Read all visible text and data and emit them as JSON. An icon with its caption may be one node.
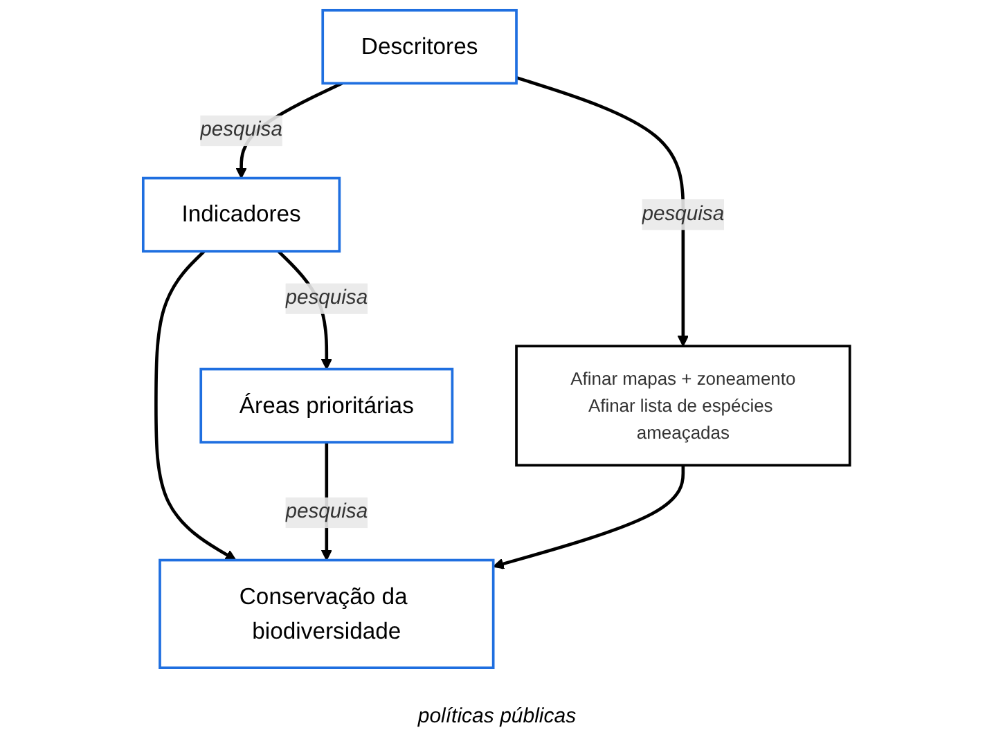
{
  "diagram": {
    "nodes": [
      {
        "text": [
          "Descritores"
        ]
      },
      {
        "text": [
          "Indicadores"
        ]
      },
      {
        "text": [
          "Afinar mapas + zoneamento",
          "Afinar lista de espécies ameaçadas"
        ]
      },
      {
        "text": [
          "Conservação da biodiversidade"
        ]
      },
      {
        "text": [
          "Áreas prioritárias"
        ]
      }
    ],
    "edges": [
      {
        "from": 0,
        "to": 1,
        "arrow": "to",
        "label": "pesquisa"
      },
      {
        "from": 0,
        "to": 2,
        "arrow": "to",
        "label": "pesquisa"
      },
      {
        "from": 1,
        "to": 3,
        "arrow": "to"
      },
      {
        "from": 1,
        "to": 4,
        "arrow": "to",
        "label": "pesquisa"
      },
      {
        "from": 2,
        "to": 3,
        "arrow": "to"
      },
      {
        "from": 4,
        "to": 3,
        "arrow": "to",
        "label": "pesquisa"
      }
    ],
    "labels": [
      "políticas públicas"
    ]
  }
}
